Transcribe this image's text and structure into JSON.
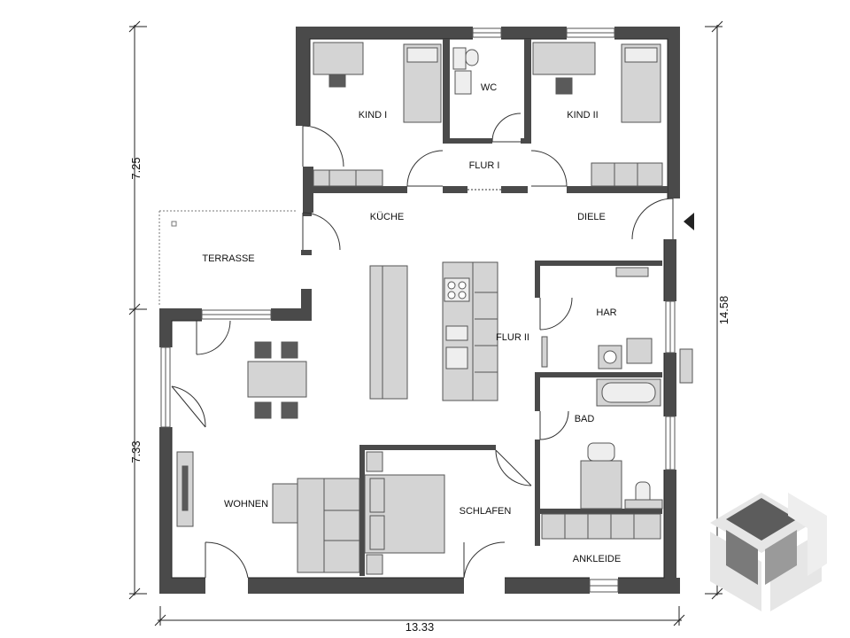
{
  "rooms": {
    "kind1": "KIND I",
    "wc": "WC",
    "kind2": "KIND II",
    "flur1": "FLUR I",
    "kueche": "KÜCHE",
    "diele": "DIELE",
    "terrasse": "TERRASSE",
    "flur2": "FLUR II",
    "har": "HAR",
    "bad": "BAD",
    "wohnen": "WOHNEN",
    "schlafen": "SCHLAFEN",
    "ankleide": "ANKLEIDE"
  },
  "dimensions": {
    "left_upper": "7.25",
    "left_lower": "7.33",
    "right_total": "14.58",
    "bottom_total": "13.33"
  },
  "colors": {
    "wall": "#4a4a4a",
    "wall_inner": "#5a5a5a",
    "furniture": "#d4d4d4",
    "furniture_stroke": "#555555",
    "logo_dark": "#5c5c5c",
    "logo_light": "#e6e6e6"
  }
}
